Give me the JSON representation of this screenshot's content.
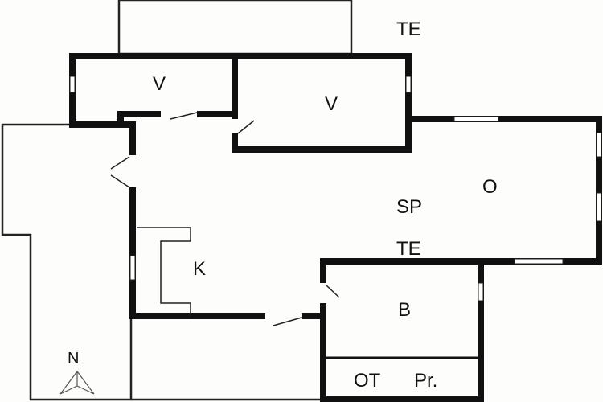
{
  "rooms": {
    "terrace_top": "TE",
    "v_left": "V",
    "v_right": "V",
    "o": "O",
    "sp": "SP",
    "terrace_mid": "TE",
    "kitchen": "K",
    "bath": "B",
    "ot": "OT",
    "pr": "Pr."
  },
  "compass": {
    "label": "N"
  },
  "colors": {
    "wall": "#111111",
    "background": "#fdfdfb"
  }
}
